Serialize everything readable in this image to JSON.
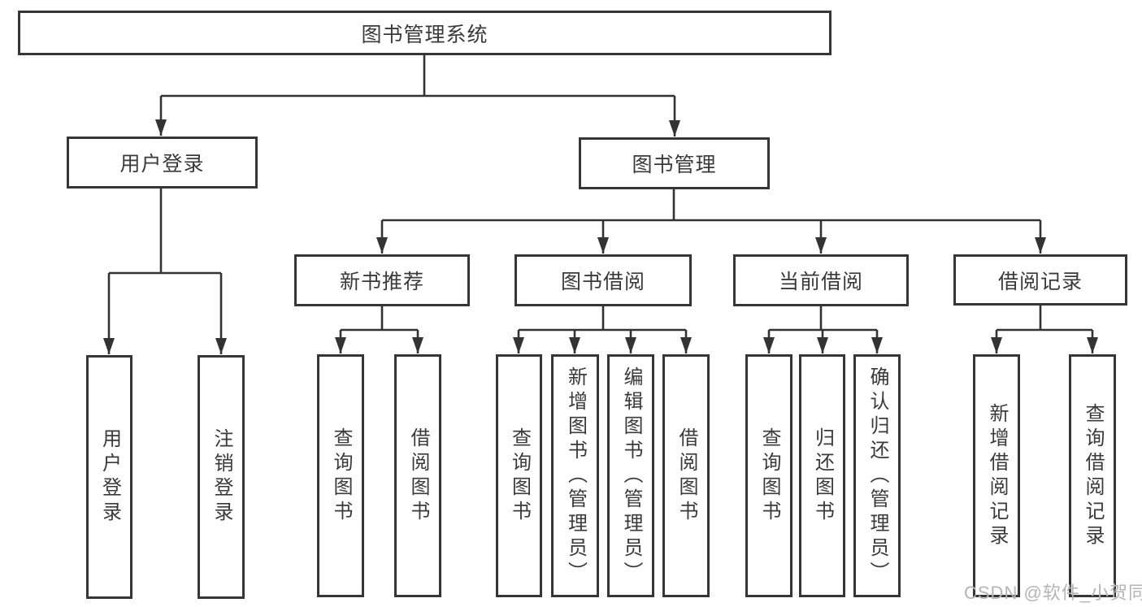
{
  "nodes": {
    "root": {
      "label": "图书管理系统"
    },
    "user_login": {
      "label": "用户登录"
    },
    "book_mgmt": {
      "label": "图书管理"
    },
    "new_book_rec": {
      "label": "新书推荐"
    },
    "book_borrow": {
      "label": "图书借阅"
    },
    "current_borrow": {
      "label": "当前借阅"
    },
    "borrow_records": {
      "label": "借阅记录"
    },
    "ul_login": {
      "label": "用户登录"
    },
    "ul_logout": {
      "label": "注销登录"
    },
    "nbr_query": {
      "label": "查询图书"
    },
    "nbr_borrow": {
      "label": "借阅图书"
    },
    "bb_query": {
      "label": "查询图书"
    },
    "bb_add": {
      "label": "新增图书（管理员）"
    },
    "bb_edit": {
      "label": "编辑图书（管理员）"
    },
    "bb_borrow": {
      "label": "借阅图书"
    },
    "cb_query": {
      "label": "查询图书"
    },
    "cb_return": {
      "label": "归还图书"
    },
    "cb_confirm": {
      "label": "确认归还（管理员）"
    },
    "br_add": {
      "label": "新增借阅记录"
    },
    "br_query": {
      "label": "查询借阅记录"
    }
  },
  "watermark": {
    "text": "CSDN @软件_小贺同学"
  },
  "colors": {
    "line": "#333333",
    "border": "#363636",
    "text": "#3a3a3a",
    "watermark": "#b5b5b5",
    "background": "#ffffff"
  }
}
